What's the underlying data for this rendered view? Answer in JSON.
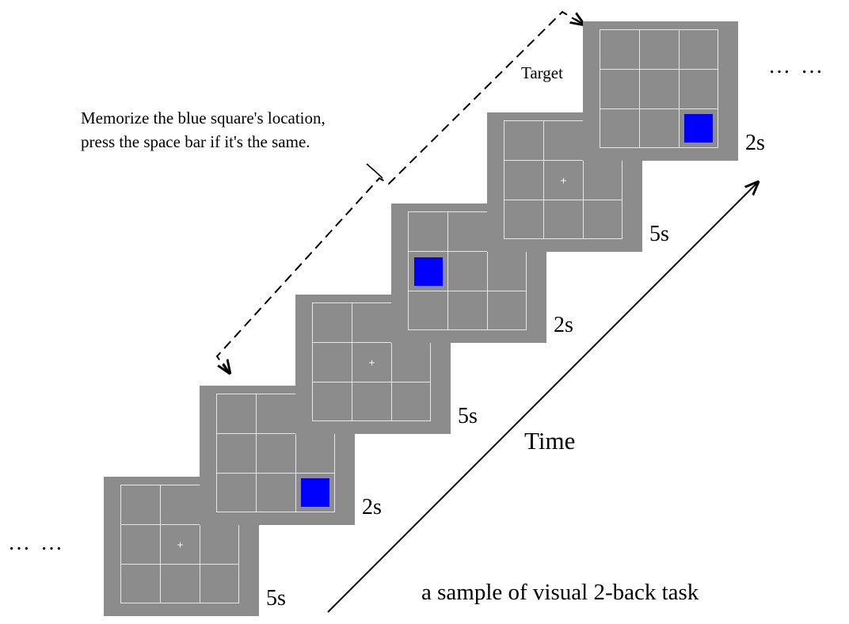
{
  "instruction_lines": [
    "Memorize the blue square's location,",
    "press the space bar if it's the same."
  ],
  "target_label": "Target",
  "time_label": "Time",
  "caption": "a sample of visual 2-back task",
  "ellipsis_left": "… …",
  "ellipsis_right": "… …",
  "colors": {
    "frame": "#8c8c8c",
    "grid_line": "#e6e6e6",
    "stimulus": "#0000ff"
  },
  "stimuli": [
    {
      "kind": "fixation",
      "symbol": "+",
      "duration": "5s"
    },
    {
      "kind": "square",
      "cell": 8,
      "duration": "2s"
    },
    {
      "kind": "fixation",
      "symbol": "+",
      "duration": "5s"
    },
    {
      "kind": "square",
      "cell": 3,
      "duration": "2s"
    },
    {
      "kind": "fixation",
      "symbol": "+",
      "duration": "5s"
    },
    {
      "kind": "square",
      "cell": 8,
      "duration": "2s",
      "is_target": true
    }
  ]
}
